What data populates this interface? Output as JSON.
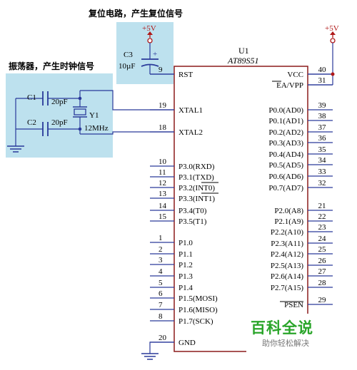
{
  "captions": {
    "reset": "复位电路，产生复位信号",
    "osc": "振荡器，产生时钟信号"
  },
  "power": {
    "left": "+5V",
    "right": "+5V"
  },
  "components": {
    "c3": "C3",
    "c3_val": "10µF",
    "plus": "+",
    "c1": "C1",
    "c1_val": "20pF",
    "c2": "C2",
    "c2_val": "20pF",
    "y1": "Y1",
    "y1_val": "12MHz"
  },
  "chip": {
    "ref": "U1",
    "part": "AT89S51"
  },
  "left_pins": [
    {
      "num": "9",
      "label": "RST"
    },
    {
      "num": "19",
      "label": "XTAL1"
    },
    {
      "num": "18",
      "label": "XTAL2"
    },
    {
      "num": "10",
      "label": "P3.0(RXD)"
    },
    {
      "num": "11",
      "label": "P3.1(TXD)"
    },
    {
      "num": "12",
      "label": "P3.2(INT0)"
    },
    {
      "num": "13",
      "label": "P3.3(INT1)"
    },
    {
      "num": "14",
      "label": "P3.4(T0)"
    },
    {
      "num": "15",
      "label": "P3.5(T1)"
    },
    {
      "num": "1",
      "label": "P1.0"
    },
    {
      "num": "2",
      "label": "P1.1"
    },
    {
      "num": "3",
      "label": "P1.2"
    },
    {
      "num": "4",
      "label": "P1.3"
    },
    {
      "num": "5",
      "label": "P1.4"
    },
    {
      "num": "6",
      "label": "P1.5(MOSI)"
    },
    {
      "num": "7",
      "label": "P1.6(MISO)"
    },
    {
      "num": "8",
      "label": "P1.7(SCK)"
    },
    {
      "num": "20",
      "label": "GND"
    }
  ],
  "right_pins": [
    {
      "num": "40",
      "label": "VCC"
    },
    {
      "num": "31",
      "label": "EA/VPP"
    },
    {
      "num": "39",
      "label": "P0.0(AD0)"
    },
    {
      "num": "38",
      "label": "P0.1(AD1)"
    },
    {
      "num": "37",
      "label": "P0.2(AD2)"
    },
    {
      "num": "36",
      "label": "P0.3(AD3)"
    },
    {
      "num": "35",
      "label": "P0.4(AD4)"
    },
    {
      "num": "34",
      "label": "P0.5(AD5)"
    },
    {
      "num": "33",
      "label": "P0.6(AD6)"
    },
    {
      "num": "32",
      "label": "P0.7(AD7)"
    },
    {
      "num": "21",
      "label": "P2.0(A8)"
    },
    {
      "num": "22",
      "label": "P2.1(A9)"
    },
    {
      "num": "23",
      "label": "P2.2(A10)"
    },
    {
      "num": "24",
      "label": "P2.3(A11)"
    },
    {
      "num": "25",
      "label": "P2.4(A12)"
    },
    {
      "num": "26",
      "label": "P2.5(A13)"
    },
    {
      "num": "27",
      "label": "P2.6(A14)"
    },
    {
      "num": "28",
      "label": "P2.7(A15)"
    },
    {
      "num": "29",
      "label": "PSEN"
    }
  ],
  "watermark": {
    "title": "百科全说",
    "subtitle": "助你轻松解决"
  }
}
